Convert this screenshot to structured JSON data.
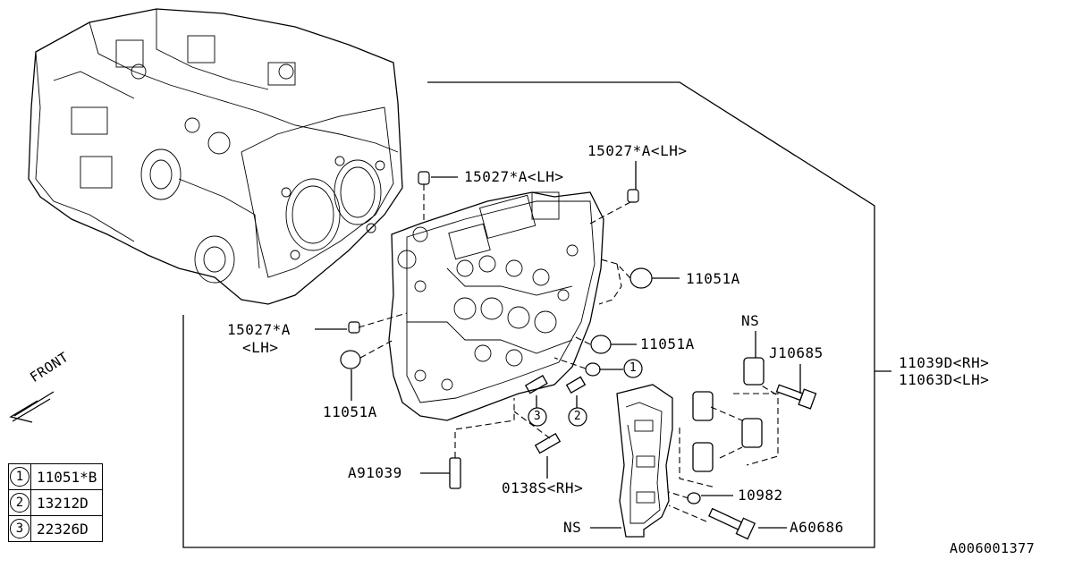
{
  "diagram": {
    "labels": {
      "p15027_top": "15027*A<LH>",
      "p15027_mid": "15027*A<LH>",
      "p15027_left_1": "15027*A",
      "p15027_left_2": "<LH>",
      "p11051a_1": "11051A",
      "p11051a_2": "11051A",
      "p11051a_3": "11051A",
      "ns_top": "NS",
      "ns_bottom": "NS",
      "j10685": "J10685",
      "assy_rh": "11039D<RH>",
      "assy_lh": "11063D<LH>",
      "a91039": "A91039",
      "p0138s": "0138S<RH>",
      "p10982": "10982",
      "a60686": "A60686",
      "front": "FRONT",
      "callout_1": "1",
      "callout_2": "2",
      "callout_3": "3",
      "diagram_id": "A006001377"
    },
    "legend": [
      {
        "num": "1",
        "part": "11051*B"
      },
      {
        "num": "2",
        "part": "13212D"
      },
      {
        "num": "3",
        "part": "22326D"
      }
    ]
  }
}
